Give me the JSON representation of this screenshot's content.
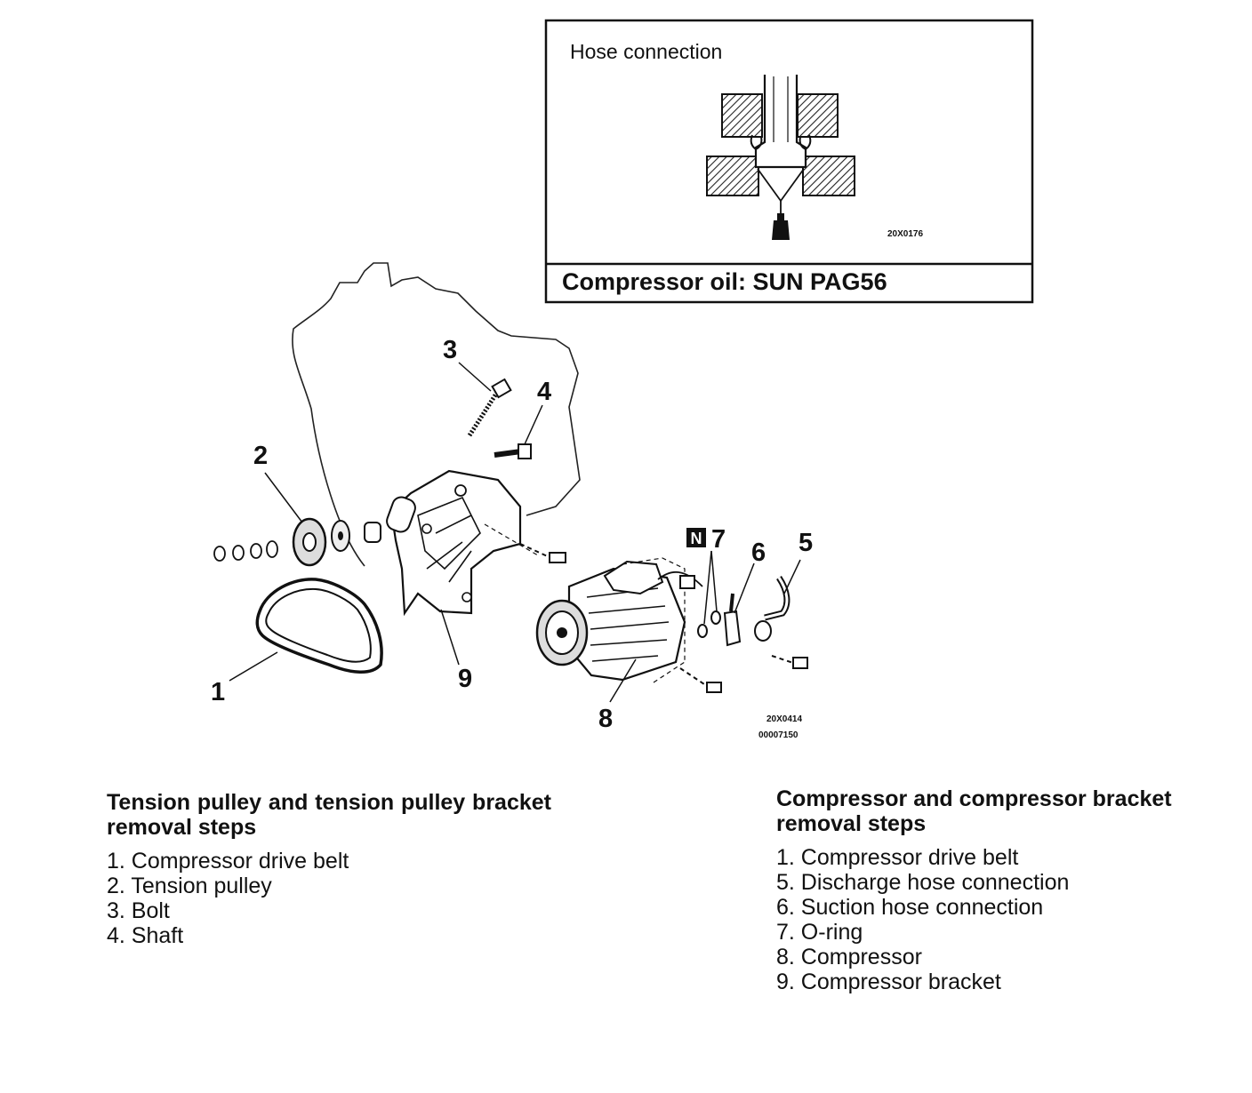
{
  "inset": {
    "title": "Hose connection",
    "ref_code": "20X0176",
    "oil_spec": "Compressor oil: SUN PAG56"
  },
  "diagram": {
    "callouts": [
      "1",
      "2",
      "3",
      "4",
      "5",
      "6",
      "7",
      "8",
      "9"
    ],
    "new_part_badge": "N",
    "ref_code": "20X0414",
    "doc_number": "00007150"
  },
  "tension_steps": {
    "heading": "Tension pulley and tension pulley bracket removal steps",
    "items": [
      "1. Compressor drive belt",
      "2. Tension pulley",
      "3. Bolt",
      "4. Shaft"
    ]
  },
  "compressor_steps": {
    "heading": "Compressor and compressor bracket removal steps",
    "items": [
      "1. Compressor drive belt",
      "5. Discharge hose connection",
      "6. Suction hose connection",
      "7. O-ring",
      "8. Compressor",
      "9. Compressor bracket"
    ]
  }
}
